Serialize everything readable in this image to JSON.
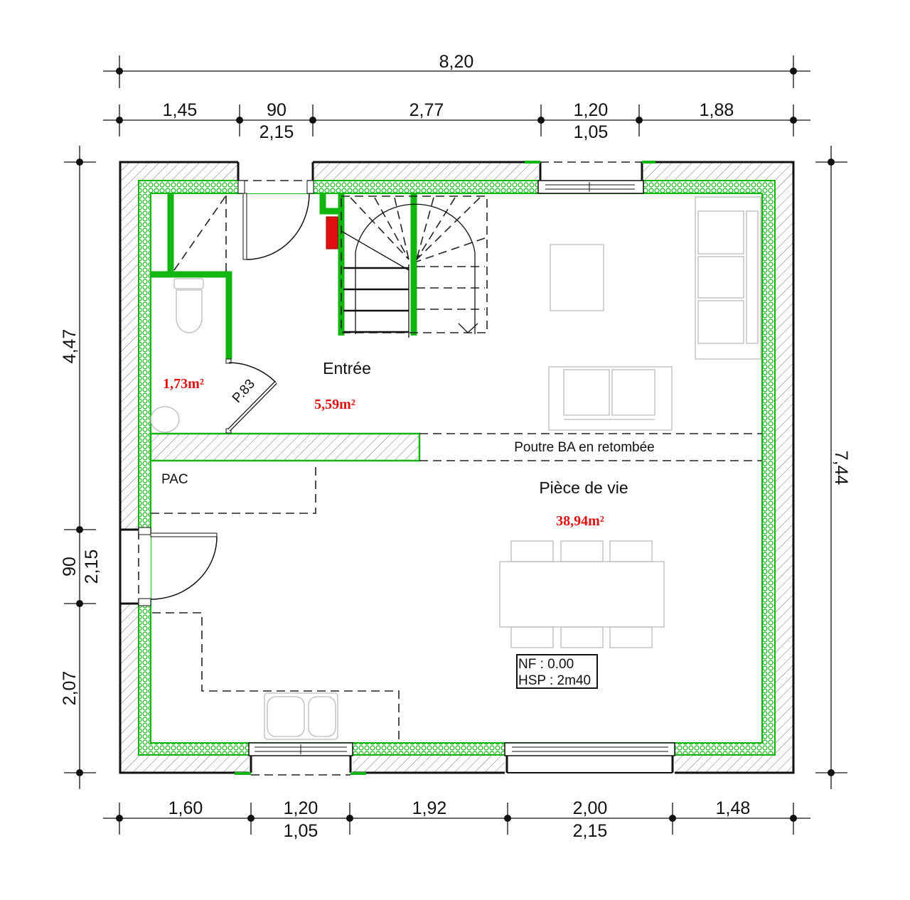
{
  "dimensions": {
    "top_total": "8,20",
    "top": [
      "1,45",
      "90",
      "2,15",
      "2,77",
      "1,20",
      "1,05",
      "1,88"
    ],
    "left": [
      "4,47",
      "90",
      "2,15",
      "2,07"
    ],
    "right_total": "7,44",
    "bottom": [
      "1,60",
      "1,20",
      "1,05",
      "1,92",
      "2,00",
      "2,15",
      "1,48"
    ]
  },
  "rooms": {
    "wc_area": "1,73m²",
    "entree_name": "Entrée",
    "entree_area": "5,59m²",
    "door_label": "P.83",
    "beam_label": "Poutre BA en retombée",
    "pac_label": "PAC",
    "living_name": "Pièce de vie",
    "living_area": "38,94m²",
    "level_nf": "NF : 0.00",
    "level_hsp": "HSP : 2m40"
  },
  "colors": {
    "insulation": "#12b512",
    "area_text": "#e01010",
    "chimney": "#e01010"
  }
}
